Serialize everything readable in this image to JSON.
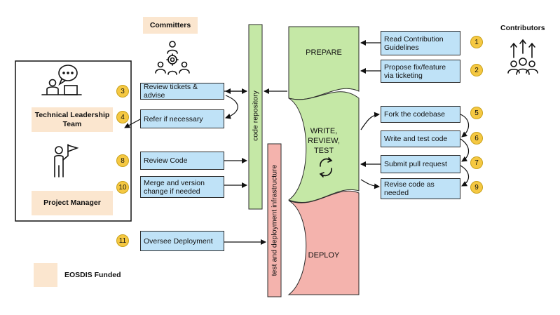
{
  "roles": {
    "committers": "Committers",
    "contributors": "Contributors",
    "technical_leadership": "Technical Leadership Team",
    "project_manager": "Project Manager",
    "funded_legend": "EOSDIS Funded"
  },
  "pillars": {
    "code_repository": "code repository",
    "test_deploy_infra": "test and deployment infrastructure"
  },
  "stages": {
    "prepare": "PREPARE",
    "write": "WRITE,\nREVIEW,\nTEST",
    "deploy": "DEPLOY"
  },
  "committer_steps": [
    {
      "num": "3",
      "label": "Review tickets & advise"
    },
    {
      "num": "4",
      "label": "Refer if necessary"
    },
    {
      "num": "8",
      "label": "Review Code"
    },
    {
      "num": "10",
      "label": "Merge and version change if needed"
    },
    {
      "num": "11",
      "label": "Oversee Deployment"
    }
  ],
  "contributor_steps": [
    {
      "num": "1",
      "label": "Read Contribution Guidelines"
    },
    {
      "num": "2",
      "label": "Propose fix/feature via ticketing"
    },
    {
      "num": "5",
      "label": "Fork the codebase"
    },
    {
      "num": "6",
      "label": "Write and test code"
    },
    {
      "num": "7",
      "label": "Submit pull request"
    },
    {
      "num": "9",
      "label": "Revise code as needed"
    }
  ],
  "colors": {
    "step_box": "#bfe2f7",
    "badge": "#f5c842",
    "funded": "#fbe6cf",
    "green_stage": "#c5e8a6",
    "red_stage": "#f4b3ad"
  },
  "icons": [
    "meeting-icon",
    "presenter-icon",
    "flag-person-icon",
    "team-up-icon",
    "refresh-cycle-icon"
  ]
}
